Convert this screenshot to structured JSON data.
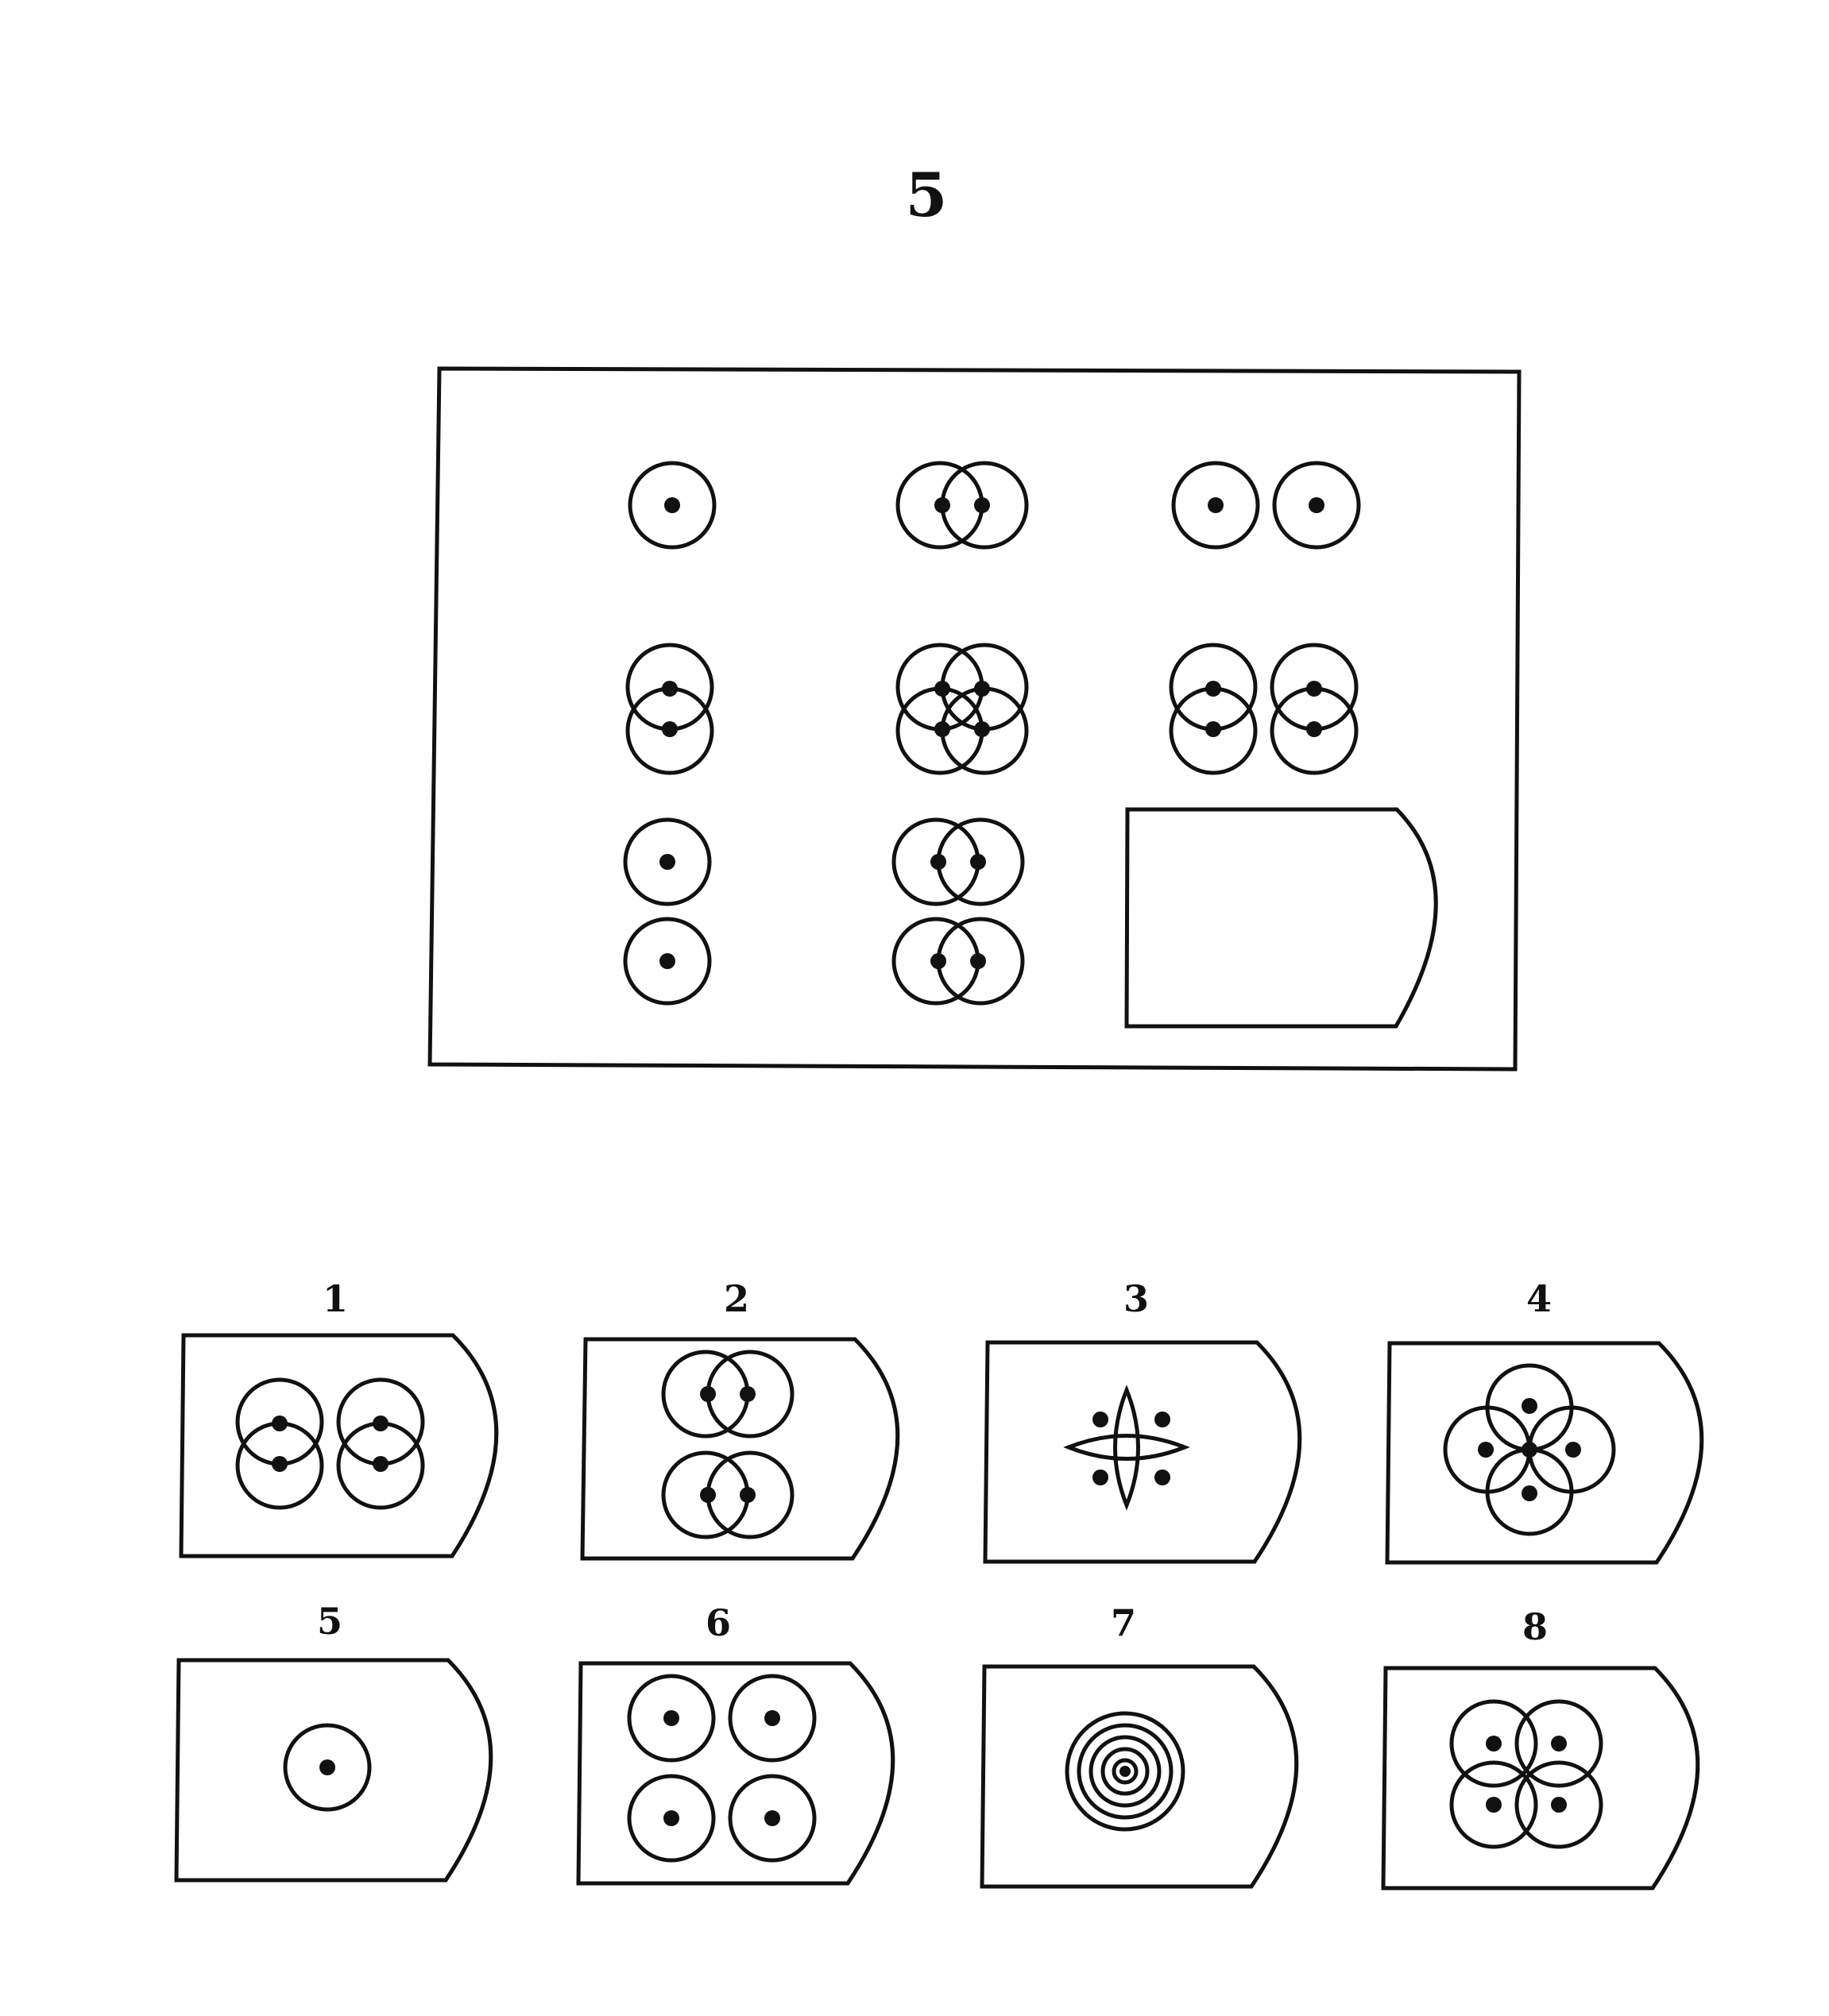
{
  "page": {
    "number": "5"
  },
  "matrix": {
    "cells": [
      {
        "row": 1,
        "col": 1,
        "figure": "single circle with center dot"
      },
      {
        "row": 1,
        "col": 2,
        "figure": "two overlapping circles horizontally"
      },
      {
        "row": 1,
        "col": 3,
        "figure": "two separate circles horizontally"
      },
      {
        "row": 2,
        "col": 1,
        "figure": "two overlapping circles vertically"
      },
      {
        "row": 2,
        "col": 2,
        "figure": "four overlapping circles"
      },
      {
        "row": 2,
        "col": 3,
        "figure": "two pairs of vertically overlapping circles"
      },
      {
        "row": 3,
        "col": 1,
        "figure": "two separate circles vertically"
      },
      {
        "row": 3,
        "col": 2,
        "figure": "two pairs of horizontally overlapping circles, stacked"
      },
      {
        "row": 3,
        "col": 3,
        "figure": "empty answer slot"
      }
    ]
  },
  "options": [
    {
      "number": "1",
      "figure": "two pairs of vertically overlapping circles side by side"
    },
    {
      "number": "2",
      "figure": "two pairs of horizontally overlapping circles stacked"
    },
    {
      "number": "3",
      "figure": "four-petal flower with four dots"
    },
    {
      "number": "4",
      "figure": "four overlapping circles in cross layout"
    },
    {
      "number": "5",
      "figure": "single circle with center dot"
    },
    {
      "number": "6",
      "figure": "four separate circles in a 2x2 grid"
    },
    {
      "number": "7",
      "figure": "concentric circles with center dot"
    },
    {
      "number": "8",
      "figure": "four overlapping circles in 2x2 layout"
    }
  ]
}
